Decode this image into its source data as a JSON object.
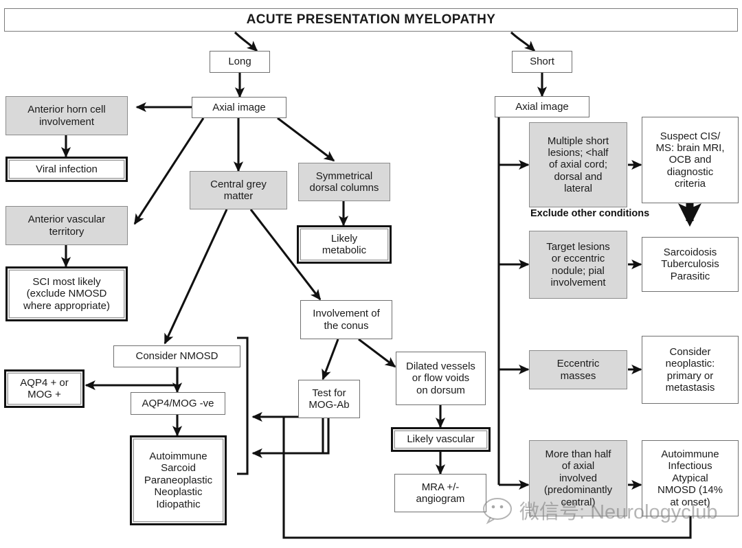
{
  "header": {
    "title": "ACUTE PRESENTATION MYELOPATHY"
  },
  "branches": {
    "long_label": "Long",
    "short_label": "Short",
    "axial_left": "Axial image",
    "axial_right": "Axial image"
  },
  "long_branch": {
    "anterior_horn": "Anterior horn cell\ninvolvement",
    "viral_infection": "Viral infection",
    "anterior_vascular": "Anterior vascular\nterritory",
    "sci": "SCI most likely\n(exclude NMOSD\nwhere appropriate)",
    "central_grey": "Central grey\nmatter",
    "symmetrical_dorsal": "Symmetrical\ndorsal columns",
    "likely_metabolic": "Likely\nmetabolic",
    "conus": "Involvement of\nthe conus",
    "consider_nmosd": "Consider NMOSD",
    "aqp4_pos": "AQP4 + or\nMOG +",
    "aqp4_neg": "AQP4/MOG -ve",
    "autoimmune_list": "Autoimmune\nSarcoid\nParaneoplastic\nNeoplastic\nIdiopathic",
    "test_mog": "Test for\nMOG-Ab",
    "dilated_vessels": "Dilated vessels\nor flow voids\non dorsum",
    "likely_vascular": "Likely vascular",
    "mra": "MRA +/-\nangiogram"
  },
  "short_branch": {
    "multiple_short_lesions": "Multiple short\nlesions; <half\nof axial cord;\ndorsal and\nlateral",
    "suspect_cis_ms": "Suspect CIS/\nMS: brain MRI,\nOCB and\ndiagnostic\ncriteria",
    "exclude_note": "Exclude other conditions",
    "target_lesions": "Target lesions\nor eccentric\nnodule; pial\ninvolvement",
    "sarcoidosis": "Sarcoidosis\nTuberculosis\nParasitic",
    "eccentric_masses": "Eccentric\nmasses",
    "consider_neoplastic": "Consider\nneoplastic:\nprimary or\nmetastasis",
    "more_than_half": "More than half\nof axial\ninvolved\n(predominantly\ncentral)",
    "autoimmune_infectious": "Autoimmune\nInfectious\nAtypical\nNMOSD (14%\nat onset)"
  },
  "watermark": {
    "text": "微信号: Neurologyclub"
  },
  "colors": {
    "grey_fill": "#d9d9d9",
    "line": "#111111",
    "border_light": "#6f6f6f"
  }
}
